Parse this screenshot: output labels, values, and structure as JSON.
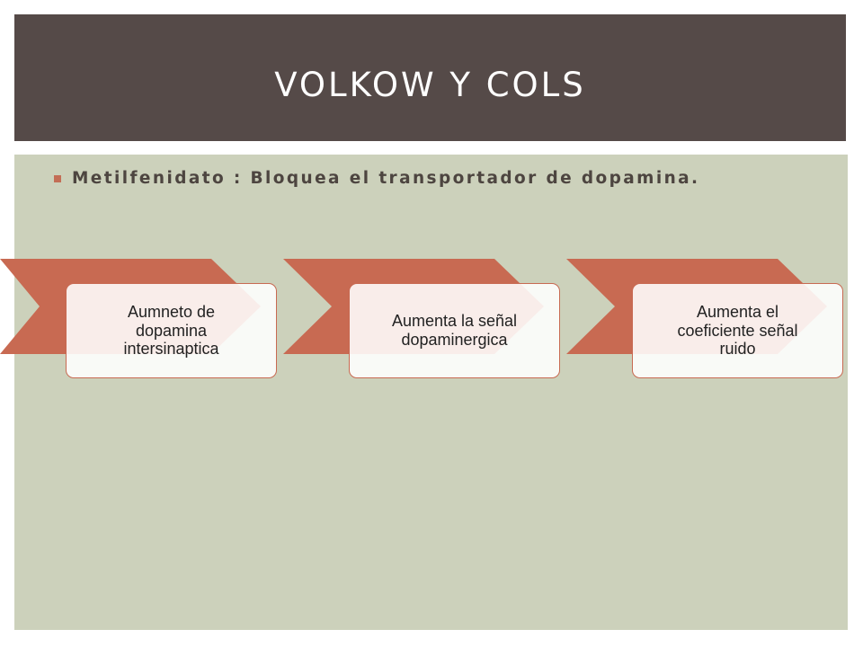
{
  "title": "VOLKOW Y COLS",
  "bullet": {
    "text": "Metilfenidato : Bloquea el transportador de dopamina."
  },
  "diagram": {
    "steps": [
      {
        "label": "Aumneto de dopamina intersinaptica"
      },
      {
        "label": "Aumenta la señal dopaminergica"
      },
      {
        "label": "Aumenta el coeficiente señal ruido"
      }
    ]
  },
  "colors": {
    "title_bar": "#554a48",
    "content_bg": "#ccd1bb",
    "accent": "#c36e56",
    "chevron": "#c86a52"
  }
}
